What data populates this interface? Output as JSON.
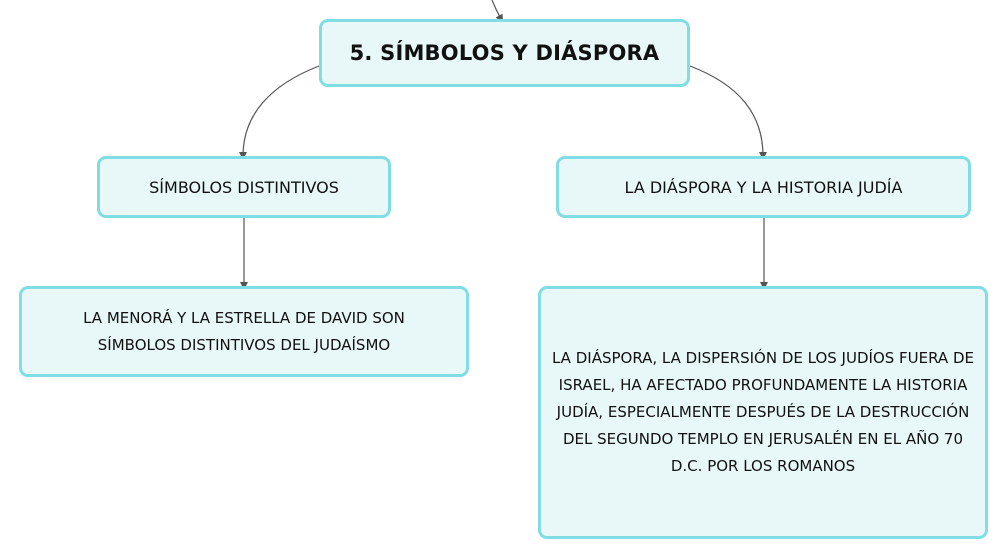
{
  "mindmap": {
    "root": {
      "label": "5. SÍMBOLOS Y DIÁSPORA"
    },
    "branches": [
      {
        "label": "SÍMBOLOS DISTINTIVOS",
        "detail": "LA MENORÁ Y LA ESTRELLA DE DAVID SON SÍMBOLOS DISTINTIVOS DEL JUDAÍSMO"
      },
      {
        "label": "LA DIÁSPORA Y LA HISTORIA JUDÍA",
        "detail": "LA DIÁSPORA, LA DISPERSIÓN DE LOS JUDÍOS FUERA DE ISRAEL, HA AFECTADO PROFUNDAMENTE LA HISTORIA JUDÍA, ESPECIALMENTE DESPUÉS DE LA DESTRUCCIÓN DEL SEGUNDO TEMPLO EN JERUSALÉN EN EL AÑO 70 D.C. POR LOS ROMANOS"
      }
    ],
    "colors": {
      "node_border": "#7fdde3",
      "node_fill": "#e8f7f8",
      "connector": "#555555"
    }
  }
}
